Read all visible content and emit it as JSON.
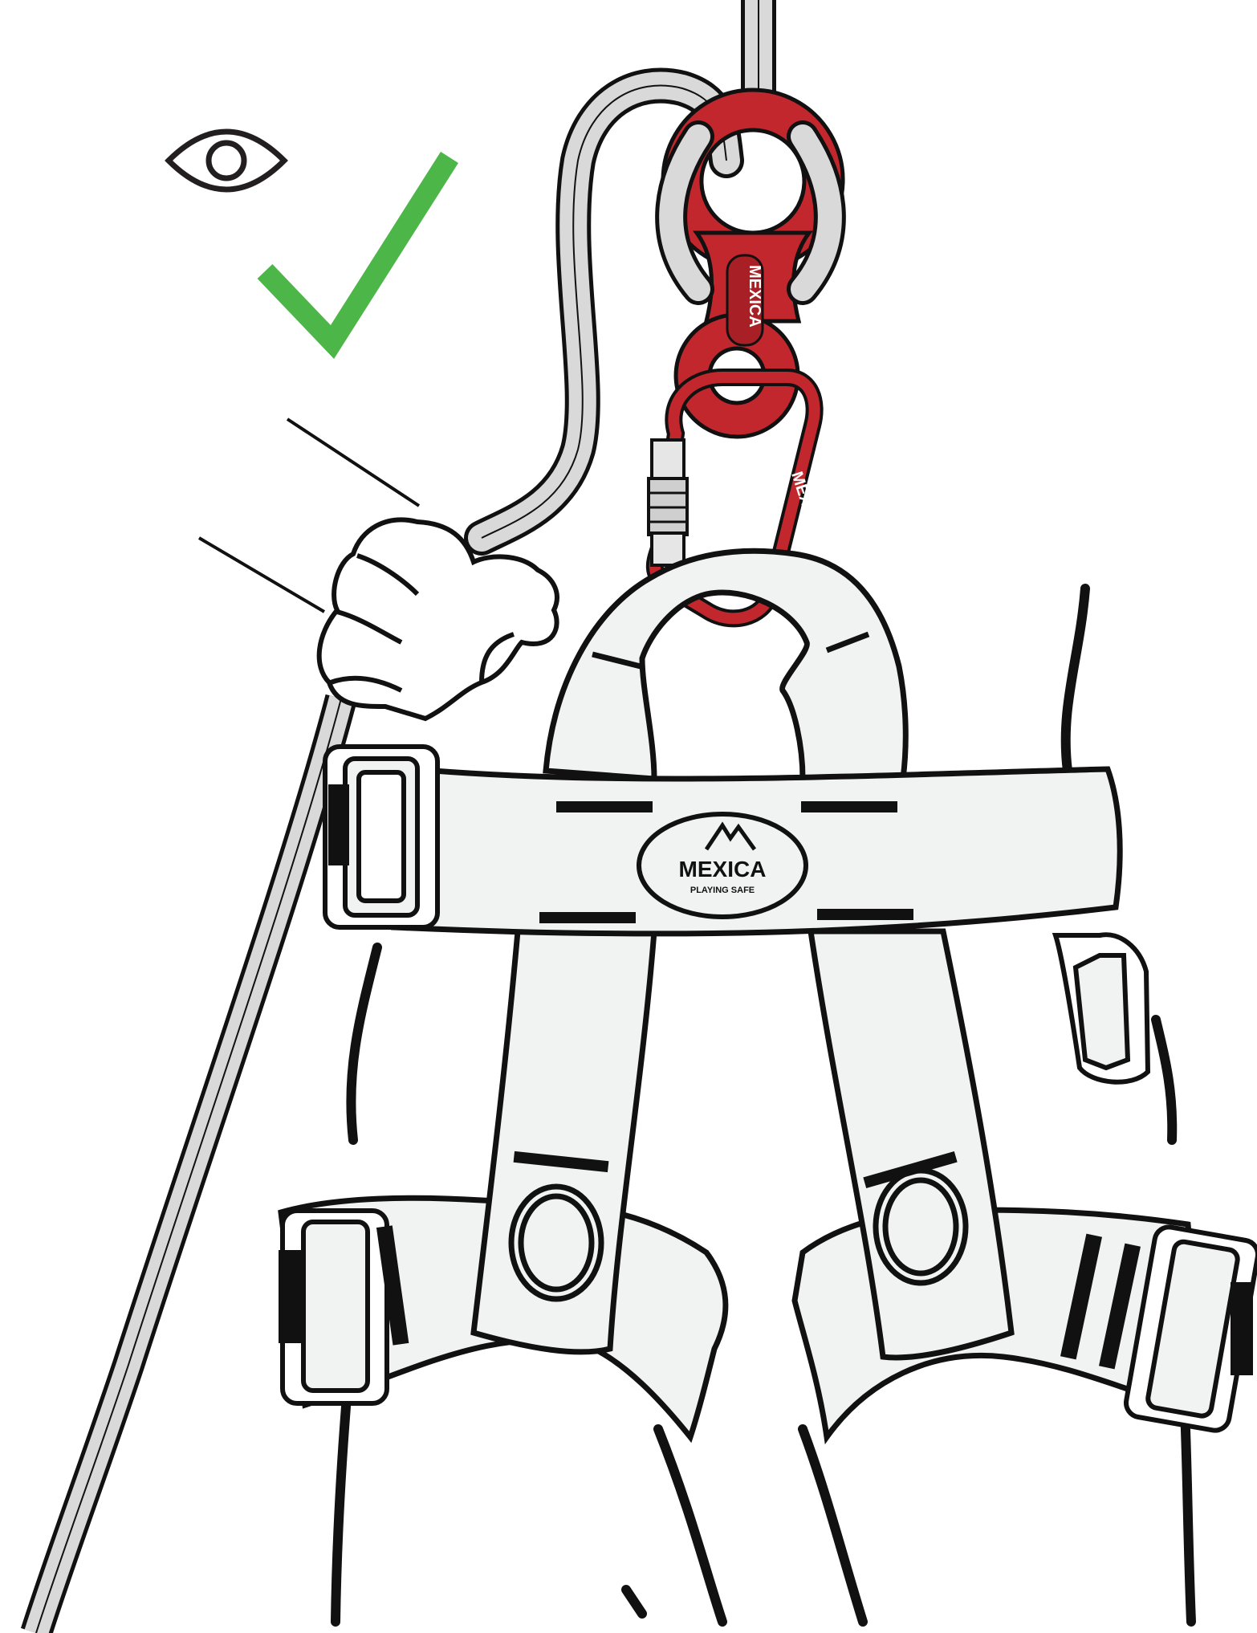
{
  "colors": {
    "background": "#ffffff",
    "outline": "#111111",
    "webbing": "#f1f2f2",
    "rope": "#d9d9d9",
    "hardware_red": "#c1272d",
    "hardware_red_dark": "#8e1b1f",
    "check_green": "#4cb648",
    "metal": "#e6e6e6"
  },
  "icons": {
    "eye": "eye-icon",
    "check": "checkmark-icon"
  },
  "branding": {
    "descender_logo": "MEXICA",
    "carabiner_logo": "MEXICA",
    "harness_logo": "MEXICA",
    "harness_tagline": "PLAYING SAFE"
  }
}
